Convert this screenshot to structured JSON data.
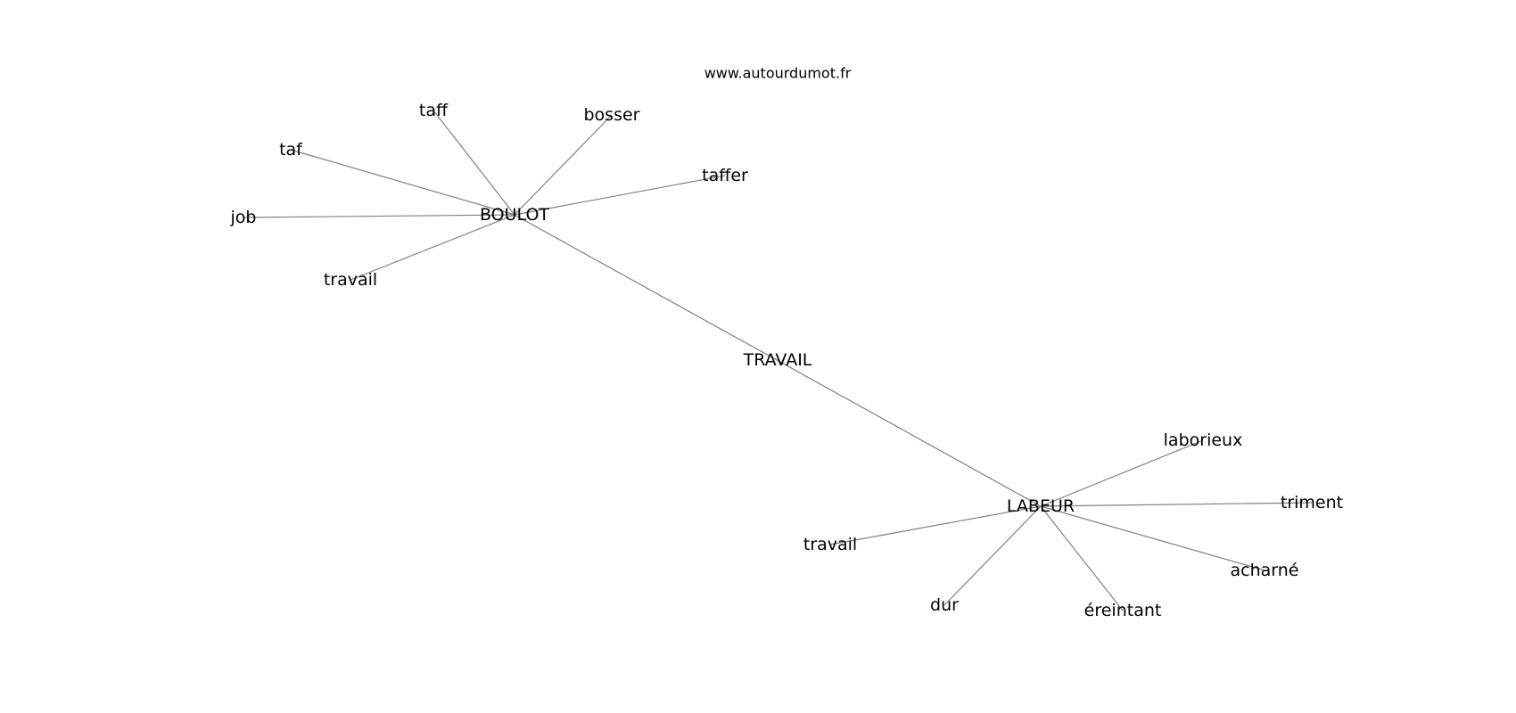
{
  "watermark": "www.autourdumot.fr",
  "graph": {
    "center": "TRAVAIL",
    "nodes": [
      {
        "id": "travail_center",
        "label": "TRAVAIL"
      },
      {
        "id": "boulot",
        "label": "BOULOT"
      },
      {
        "id": "labeur",
        "label": "LABEUR"
      },
      {
        "id": "taff",
        "label": "taff"
      },
      {
        "id": "bosser",
        "label": "bosser"
      },
      {
        "id": "taf",
        "label": "taf"
      },
      {
        "id": "taffer",
        "label": "taffer"
      },
      {
        "id": "job",
        "label": "job"
      },
      {
        "id": "travail_b",
        "label": "travail"
      },
      {
        "id": "laborieux",
        "label": "laborieux"
      },
      {
        "id": "triment",
        "label": "triment"
      },
      {
        "id": "travail_l",
        "label": "travail"
      },
      {
        "id": "acharne",
        "label": "acharné"
      },
      {
        "id": "dur",
        "label": "dur"
      },
      {
        "id": "ereintant",
        "label": "éreintant"
      }
    ],
    "edges": [
      [
        "boulot",
        "labeur"
      ],
      [
        "boulot",
        "taff"
      ],
      [
        "boulot",
        "bosser"
      ],
      [
        "boulot",
        "taf"
      ],
      [
        "boulot",
        "taffer"
      ],
      [
        "boulot",
        "job"
      ],
      [
        "boulot",
        "travail_b"
      ],
      [
        "labeur",
        "laborieux"
      ],
      [
        "labeur",
        "triment"
      ],
      [
        "labeur",
        "travail_l"
      ],
      [
        "labeur",
        "acharne"
      ],
      [
        "labeur",
        "dur"
      ],
      [
        "labeur",
        "ereintant"
      ]
    ]
  }
}
